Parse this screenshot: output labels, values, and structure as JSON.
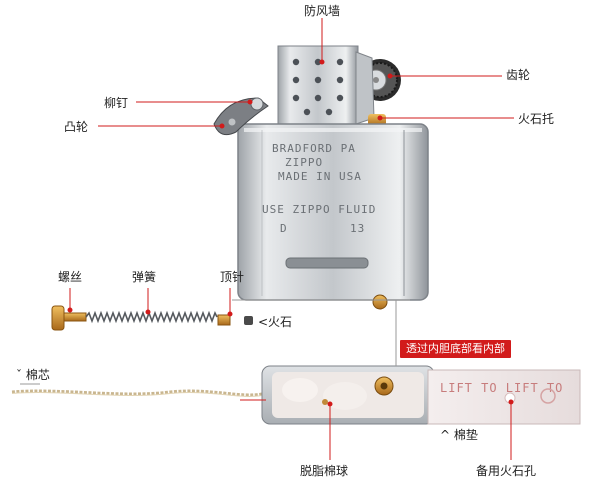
{
  "labels": {
    "windproof_wall": "防风墙",
    "gear": "齿轮",
    "rivet": "柳钉",
    "cam": "凸轮",
    "flint_holder": "火石托",
    "screw": "螺丝",
    "spring": "弹簧",
    "top_pin": "顶针",
    "flint": "<火石",
    "wick": "ˇ 棉芯",
    "callout": "透过内胆底部看内部",
    "cotton_pad": "^ 棉垫",
    "cotton_balls": "脱脂棉球",
    "spare_flint_hole": "备用火石孔"
  },
  "engraving": {
    "line1": "BRADFORD PA",
    "line2": "ZIPPO",
    "line3": "MADE IN USA",
    "line4": "USE ZIPPO FLUID",
    "line5": "D",
    "line6": "13"
  },
  "pad_text": "LIFT TO LIFT TO",
  "colors": {
    "accent_red": "#d21b1b",
    "metal": "#c9ccd0",
    "brass": "#c98a2a"
  }
}
